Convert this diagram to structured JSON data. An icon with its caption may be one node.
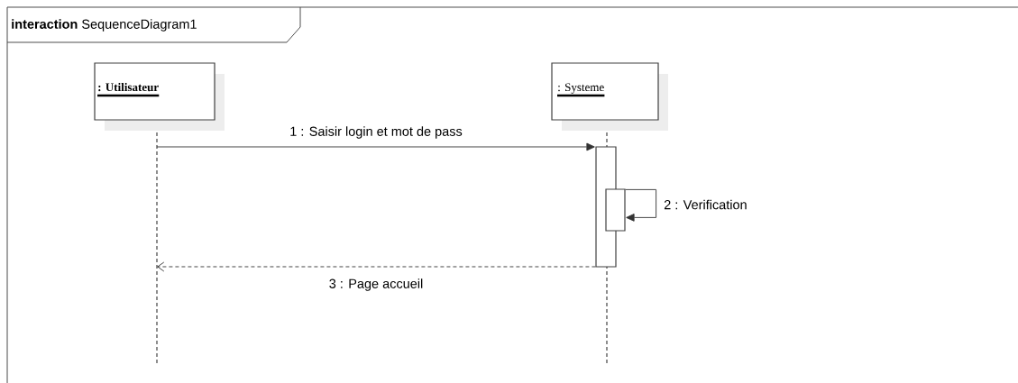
{
  "diagram": {
    "title": "**interaction** SequenceDiagram1",
    "nodes": [
      {
        "text": [
          ": Utilisateur"
        ]
      },
      {
        "text": [
          ": Systeme"
        ]
      },
      {
        "text": [],
        "shape": "bar"
      },
      {
        "text": [],
        "shape": "bar"
      }
    ],
    "edges": [
      {
        "from": null,
        "to": 2,
        "arrow": "to",
        "label": "1 : Saisir login et mot de pass"
      },
      {
        "from": 3,
        "to": 3,
        "arrow": "to",
        "label": "2 : Verification"
      },
      {
        "from": 2,
        "to": null,
        "arrow": "to",
        "label": "3 : Page accueil",
        "style": "dashed"
      }
    ]
  }
}
